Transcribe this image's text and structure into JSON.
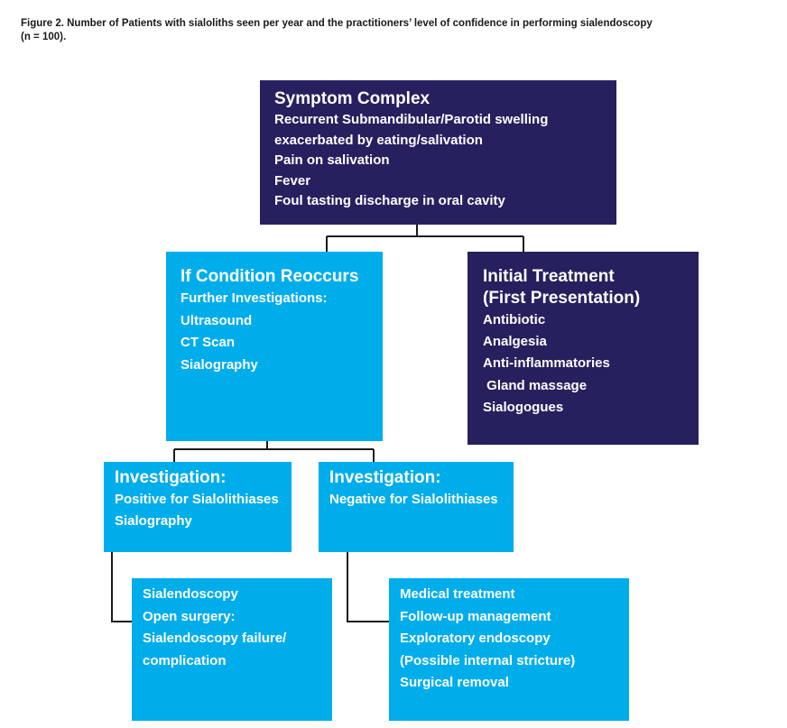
{
  "caption": {
    "line1": "Figure 2. Number of Patients with sialoliths seen per year and the practitioners’ level of confidence in performing sialendoscopy",
    "line2": "(n = 100)."
  },
  "symptom_complex": {
    "title": "Symptom Complex",
    "items": [
      "Recurrent Submandibular/Parotid swelling",
      "exacerbated by eating/salivation",
      "Pain on salivation",
      "Fever",
      "Foul tasting discharge in oral cavity"
    ]
  },
  "if_condition_reoccurs": {
    "title": "If Condition Reoccurs",
    "items": [
      "Further Investigations:",
      "Ultrasound",
      "CT Scan",
      "Sialography"
    ]
  },
  "initial_treatment": {
    "title_line1": "Initial Treatment",
    "title_line2": "(First Presentation)",
    "items": [
      "Antibiotic",
      "Analgesia",
      "Anti-inflammatories",
      " Gland massage",
      "Sialogogues"
    ]
  },
  "investigation_positive": {
    "title": "Investigation:",
    "items": [
      "Positive for Sialolithiases",
      "Sialography"
    ]
  },
  "investigation_negative": {
    "title": "Investigation:",
    "items": [
      "Negative for Sialolithiases"
    ]
  },
  "positive_outcome": {
    "items": [
      "Sialendoscopy",
      "Open surgery:",
      "Sialendoscopy failure/",
      "complication"
    ]
  },
  "negative_outcome": {
    "items": [
      "Medical treatment",
      "Follow-up management",
      "Exploratory endoscopy",
      "(Possible internal stricture)",
      "Surgical removal"
    ]
  },
  "colors": {
    "dark_box": "#26205f",
    "light_box": "#00adeb",
    "connector": "#1a1a1a"
  }
}
